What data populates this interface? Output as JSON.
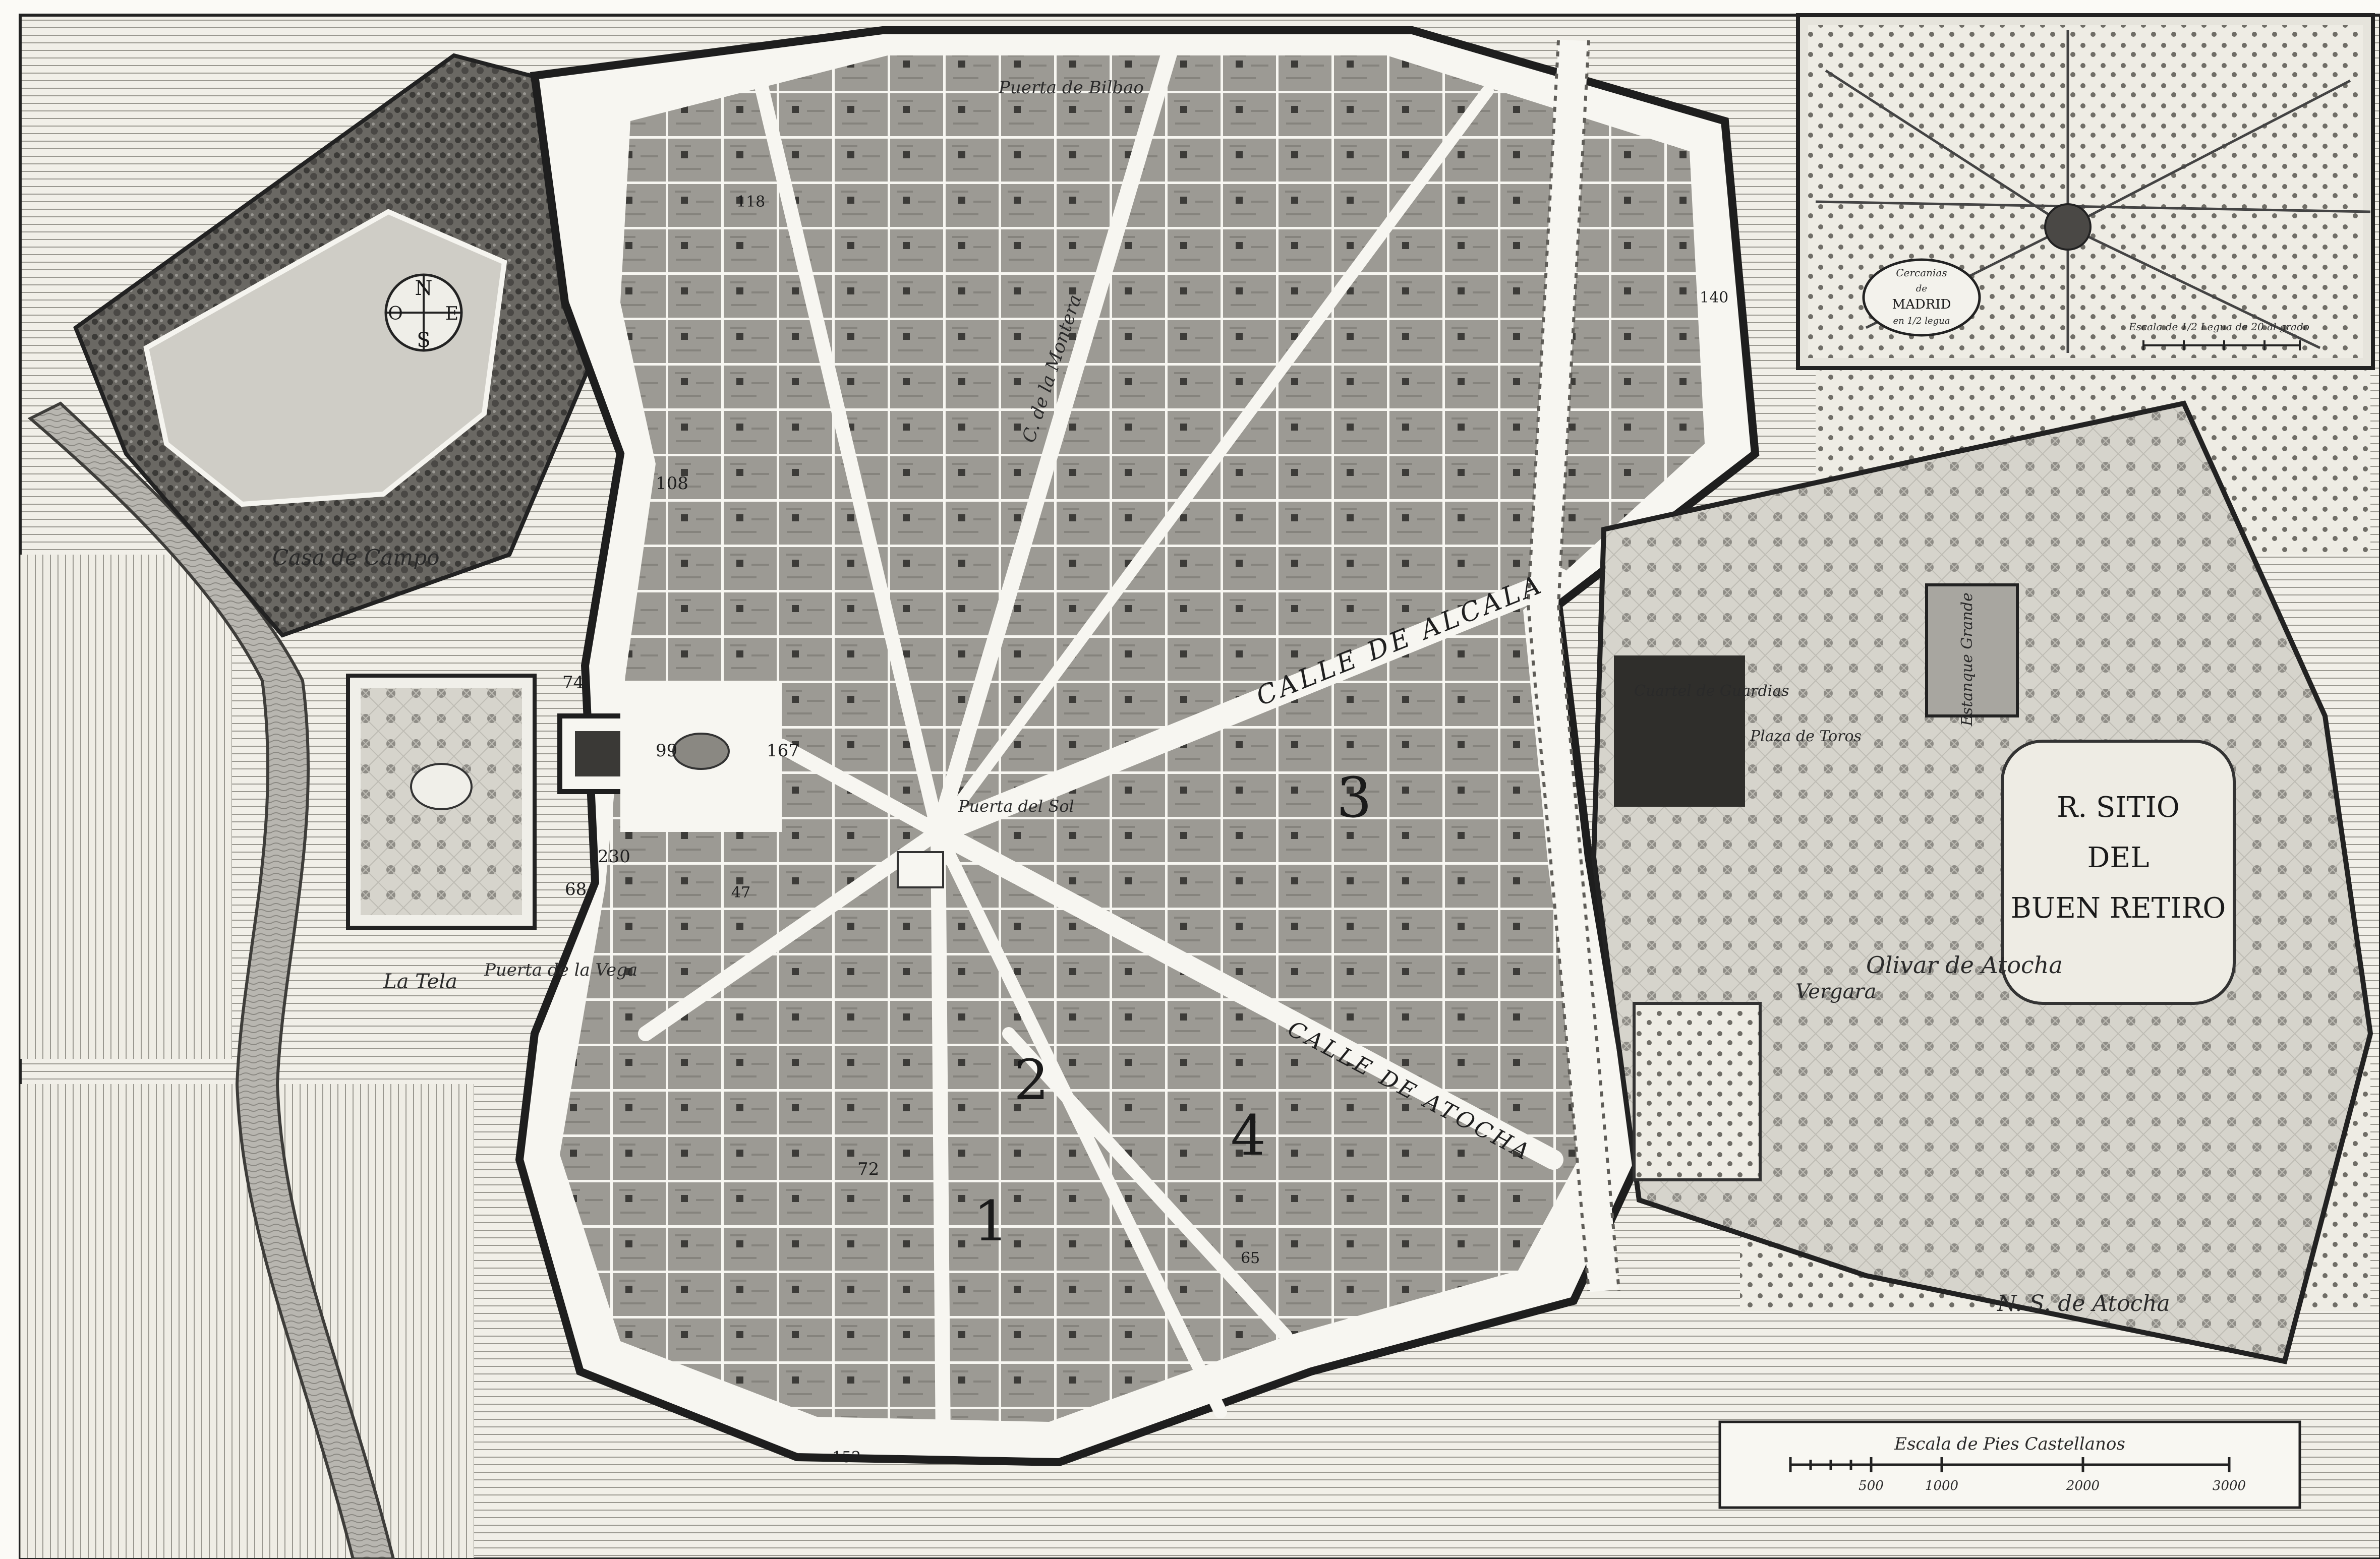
{
  "map": {
    "compass": {
      "n": "N",
      "s": "S",
      "e": "E",
      "o": "O"
    },
    "inset": {
      "cartouche_lines": [
        "Cercanias",
        "de",
        "MADRID",
        "en 1/2 legua"
      ],
      "scale_caption": "Escala de 1/2 Legua de 20 al grado"
    },
    "scale_bar": {
      "title": "Escala de Pies Castellanos",
      "ticks": [
        "500",
        "1000",
        "2000",
        "3000"
      ]
    },
    "streets": {
      "alcala": "CALLE DE ALCALA",
      "atocha": "CALLE DE ATOCHA",
      "montera": "C. de la Montera"
    },
    "places": {
      "puerta_bilbao": "Puerta de Bilbao",
      "puerta_vega": "Puerta de la Vega",
      "puerta_sol": "Puerta del Sol",
      "la_tela": "La Tela",
      "casa_campo": "Casa de Campo",
      "olivar": "Olivar de Atocha",
      "atocha": "N. S. de Atocha",
      "retiro": [
        "R. SITIO",
        "DEL",
        "BUEN RETIRO"
      ],
      "cuartel": "Cuartel de Guardias",
      "plaza_toros": "Plaza de Toros",
      "estanque": "Estanque Grande",
      "vergara": "Vergara"
    },
    "district_numbers": [
      "1",
      "2",
      "3",
      "4"
    ],
    "block_numbers": [
      "108",
      "74",
      "99",
      "167",
      "230",
      "68",
      "72",
      "47",
      "118",
      "65",
      "140",
      "152"
    ]
  }
}
